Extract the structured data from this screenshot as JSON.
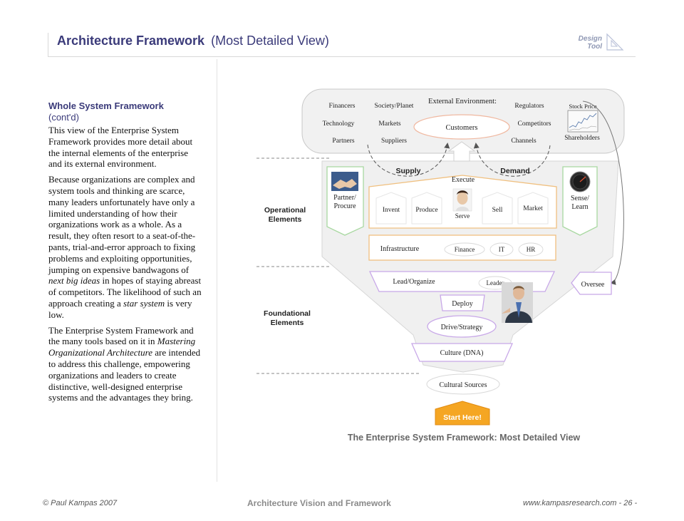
{
  "header": {
    "title_main": "Architecture Framework",
    "title_sub": "(Most Detailed View)",
    "design_tool_line1": "Design",
    "design_tool_line2": "Tool"
  },
  "left_panel": {
    "heading": "Whole System Framework",
    "contd": "(cont'd)",
    "paragraph1": "This view of the Enterprise System Framework provides more detail about the internal elements of the enterprise and its external environment.",
    "paragraph2_part1": "Because organizations are complex and system tools and thinking are scarce, many leaders unfortunately have only a limited understanding of how their organizations work as a whole. As a result, they often resort to a seat-of-the-pants, trial-and-error approach to fixing problems and exploiting opportunities, jumping on expensive bandwagons of ",
    "paragraph2_em1": "next big ideas",
    "paragraph2_part2": " in hopes of staying abreast of competitors. The likelihood of such an approach creating a ",
    "paragraph2_em2": "star system",
    "paragraph2_part3": " is very low.",
    "paragraph3_part1": "The Enterprise System Framework and the many tools based on it in ",
    "paragraph3_em": "Mastering Organizational Architecture",
    "paragraph3_part2": " are intended to address this challenge, empowering organizations and leaders to create distinctive, well-designed enterprise systems and the advantages they bring."
  },
  "diagram": {
    "external_title": "External Environment:",
    "financers": "Financers",
    "society_planet": "Society/Planet",
    "regulators": "Regulators",
    "stock_price": "Stock Price",
    "technology": "Technology",
    "markets": "Markets",
    "customers": "Customers",
    "competitors": "Competitors",
    "partners": "Partners",
    "suppliers": "Suppliers",
    "channels": "Channels",
    "shareholders": "Shareholders",
    "supply": "Supply",
    "demand": "Demand",
    "execute": "Execute",
    "partner_procure_1": "Partner/",
    "partner_procure_2": "Procure",
    "sense_learn_1": "Sense/",
    "sense_learn_2": "Learn",
    "invent": "Invent",
    "produce": "Produce",
    "serve": "Serve",
    "sell": "Sell",
    "market": "Market",
    "operational_1": "Operational",
    "operational_2": "Elements",
    "infrastructure": "Infrastructure",
    "finance": "Finance",
    "it": "IT",
    "hr": "HR",
    "lead_organize": "Lead/Organize",
    "leader": "Leader",
    "oversee": "Oversee",
    "foundational_1": "Foundational",
    "foundational_2": "Elements",
    "deploy": "Deploy",
    "drive_strategy": "Drive/Strategy",
    "culture_dna": "Culture (DNA)",
    "cultural_sources": "Cultural Sources",
    "start_here": "Start Here!",
    "caption": "The Enterprise System Framework:  Most Detailed View"
  },
  "footer": {
    "copyright": "© Paul Kampas 2007",
    "center": "Architecture Vision and Framework",
    "right": "www.kampasresearch.com  - 26 -"
  },
  "colors": {
    "title": "#3b3b7a",
    "orange_border": "#f0c080",
    "green_border": "#a8d8a0",
    "purple_border": "#c8a8e8",
    "start_here": "#f5a623"
  }
}
